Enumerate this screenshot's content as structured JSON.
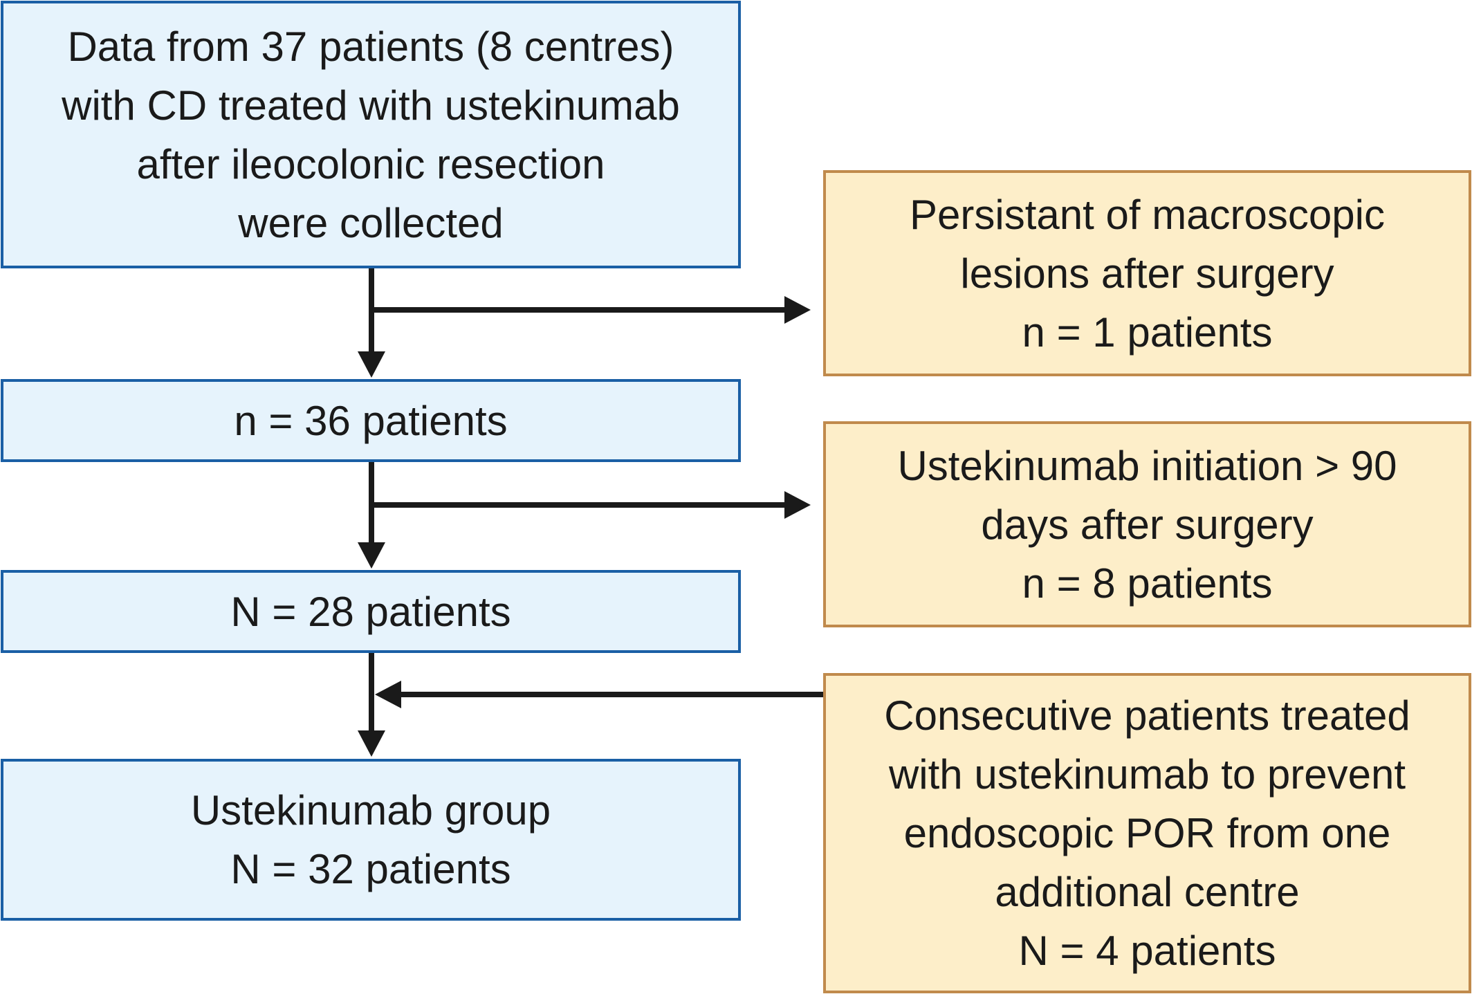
{
  "flow_boxes": [
    {
      "id": "start",
      "lines": [
        "Data from 37 patients (8 centres)",
        "with CD treated with ustekinumab",
        "after ileocolonic resection",
        "were collected"
      ]
    },
    {
      "id": "step1",
      "lines": [
        "n = 36 patients"
      ]
    },
    {
      "id": "step2",
      "lines": [
        "N = 28 patients"
      ]
    },
    {
      "id": "final",
      "lines": [
        "Ustekinumab group",
        "N = 32 patients"
      ]
    }
  ],
  "side_boxes": [
    {
      "id": "exclusion1",
      "lines": [
        "Persistant of macroscopic",
        "lesions after surgery",
        "n = 1 patients"
      ]
    },
    {
      "id": "exclusion2",
      "lines": [
        "Ustekinumab initiation > 90",
        "days after surgery",
        "n = 8 patients"
      ]
    },
    {
      "id": "addition",
      "lines": [
        "Consecutive patients treated",
        "with ustekinumab to prevent",
        "endoscopic POR from one",
        "additional centre",
        "N = 4 patients"
      ]
    }
  ],
  "colors": {
    "flow_fill": "#e6f3fc",
    "flow_border": "#1a5fa5",
    "side_fill": "#fdeec9",
    "side_border": "#c08a4c",
    "arrow": "#1a1a1a"
  }
}
